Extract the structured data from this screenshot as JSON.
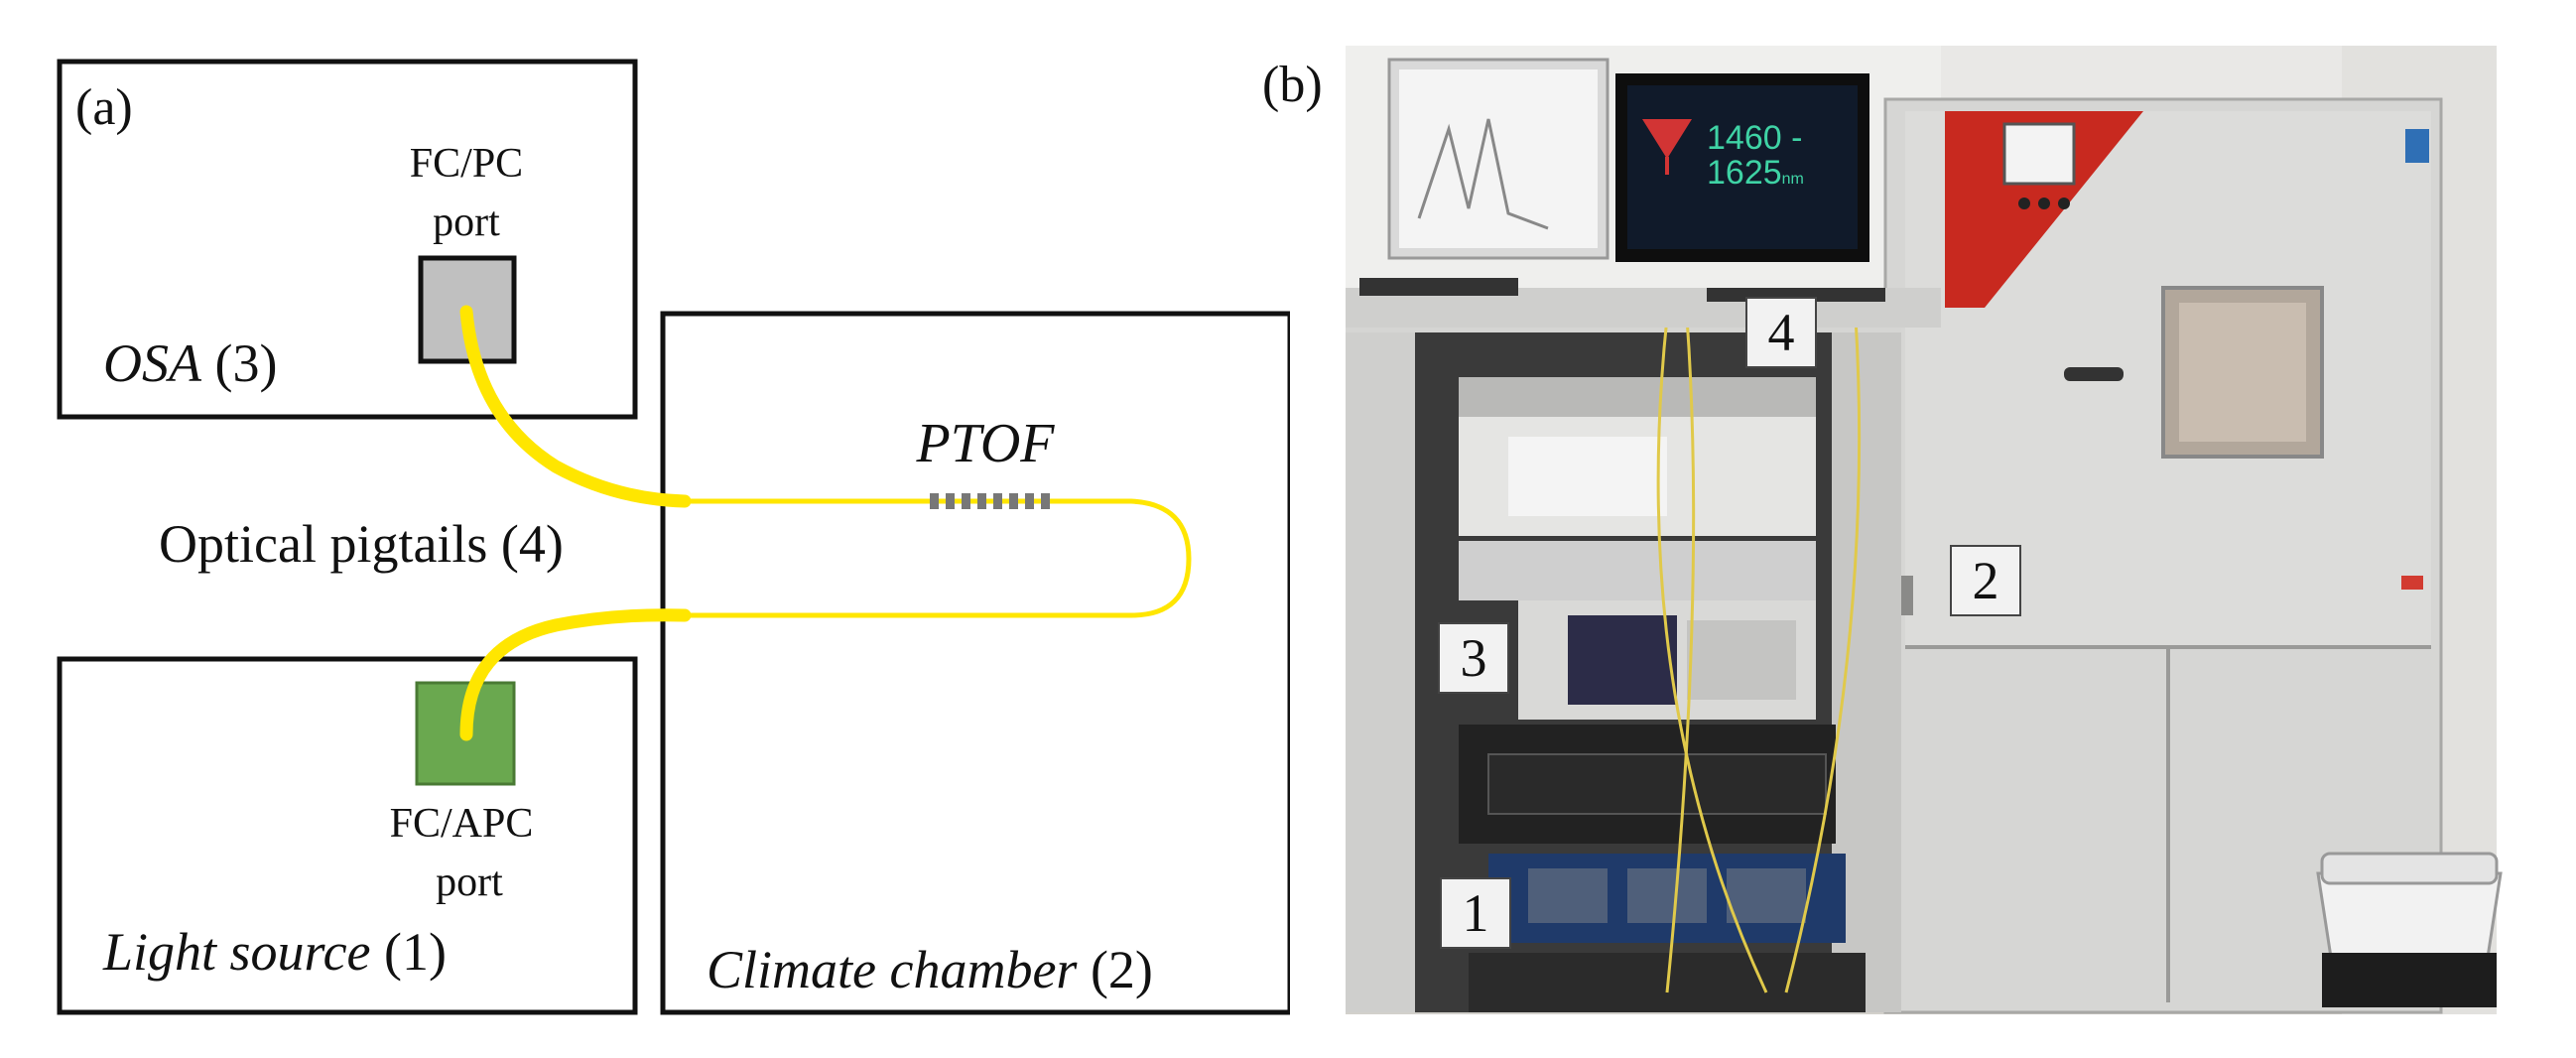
{
  "panel_a": {
    "label": "(a)",
    "osa": {
      "name": "OSA",
      "num": "(3)",
      "port_line1": "FC/PC",
      "port_line2": "port",
      "port_color": "#c0c0c0"
    },
    "light_source": {
      "name": "Light source",
      "num": "(1)",
      "port_line1": "FC/APC",
      "port_line2": "port",
      "port_color": "#6aa84f"
    },
    "climate_chamber": {
      "name": "Climate chamber",
      "num": "(2)"
    },
    "ptof": "PTOF",
    "pigtails": "Optical pigtails (4)",
    "fiber_color": "#ffe600"
  },
  "panel_b": {
    "label": "(b)",
    "monitor_readout_1": "1460 -",
    "monitor_readout_2": "1625",
    "monitor_unit": "nm",
    "markers": {
      "m1": "1",
      "m2": "2",
      "m3": "3",
      "m4": "4"
    }
  }
}
